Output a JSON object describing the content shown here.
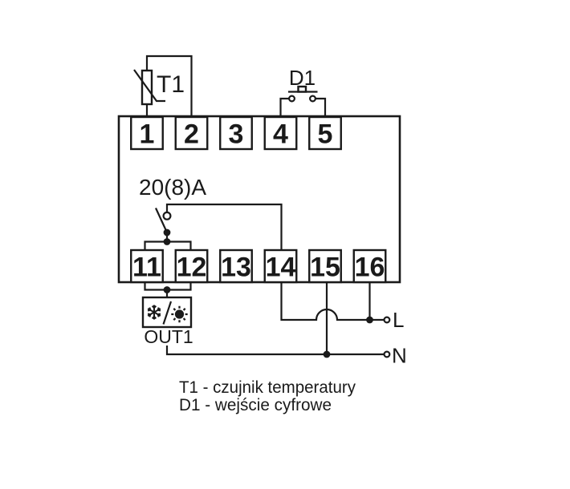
{
  "diagram": {
    "type": "wiring-diagram",
    "device_labels": {
      "sensor": "T1",
      "digital_input": "D1",
      "relay_rating": "20(8)A",
      "output": "OUT1",
      "line_terminal": "L",
      "neutral_terminal": "N"
    },
    "top_terminals": [
      "1",
      "2",
      "3",
      "4",
      "5"
    ],
    "bottom_terminals": [
      "11",
      "12",
      "13",
      "14",
      "15",
      "16"
    ],
    "legend": [
      "T1 - czujnik temperatury",
      "D1 - wejście cyfrowe"
    ],
    "icons": {
      "out1": [
        "snowflake-icon",
        "slash-divider",
        "sun-icon"
      ]
    },
    "colors": {
      "ink": "#1a1a1a",
      "background": "#ffffff"
    }
  }
}
